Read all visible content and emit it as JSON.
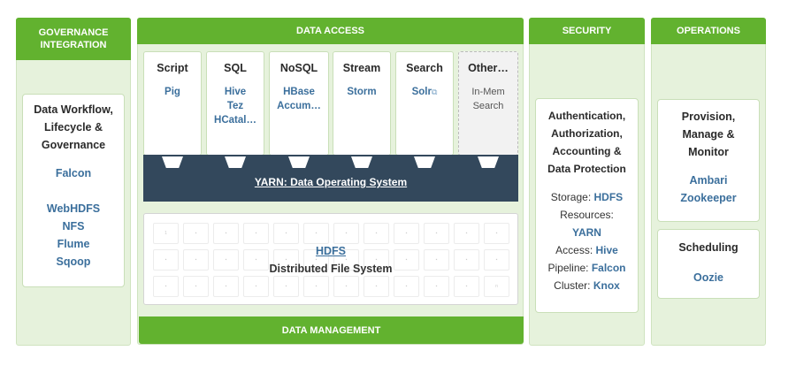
{
  "governance": {
    "header": "GOVERNANCE INTEGRATION",
    "card_title": [
      "Data Workflow,",
      "Lifecycle &",
      "Governance"
    ],
    "falcon": "Falcon",
    "tools": [
      "WebHDFS",
      "NFS",
      "Flume",
      "Sqoop"
    ]
  },
  "data_access": {
    "header": "DATA ACCESS",
    "engines": [
      {
        "title": "Script",
        "items": [
          "Pig"
        ]
      },
      {
        "title": "SQL",
        "items": [
          "Hive",
          "Tez",
          "HCatal…"
        ]
      },
      {
        "title": "NoSQL",
        "items": [
          "HBase",
          "Accum…"
        ]
      },
      {
        "title": "Stream",
        "items": [
          "Storm"
        ]
      },
      {
        "title": "Search",
        "items": [
          "Solr"
        ]
      },
      {
        "title": "Other…",
        "items": [
          "In-Mem",
          "Search"
        ]
      }
    ],
    "external_icon": "external-link-icon",
    "yarn": "YARN: Data Operating System"
  },
  "hdfs": {
    "title": "HDFS",
    "subtitle": "Distributed File System",
    "first_cell": "1",
    "last_cell": "n"
  },
  "data_management": {
    "footer": "DATA MANAGEMENT"
  },
  "security": {
    "header": "SECURITY",
    "card_title": [
      "Authentication,",
      "Authorization,",
      "Accounting &",
      "Data Protection"
    ],
    "storage_label": "Storage:",
    "storage_value": "HDFS",
    "resources_label": "Resources:",
    "resources_value": "YARN",
    "access_label": "Access:",
    "access_value": "Hive",
    "pipeline_label": "Pipeline:",
    "pipeline_value": "Falcon",
    "cluster_label": "Cluster:",
    "cluster_value": "Knox"
  },
  "operations": {
    "header": "OPERATIONS",
    "card_title": [
      "Provision,",
      "Manage &",
      "Monitor"
    ],
    "tools": [
      "Ambari",
      "Zookeeper"
    ],
    "scheduling_title": "Scheduling",
    "scheduling_tool": "Oozie"
  },
  "colors": {
    "header_green": "#62b22f",
    "panel_bg": "#e6f2dc",
    "yarn_bg": "#33485c",
    "link_blue": "#3b6f9c"
  }
}
